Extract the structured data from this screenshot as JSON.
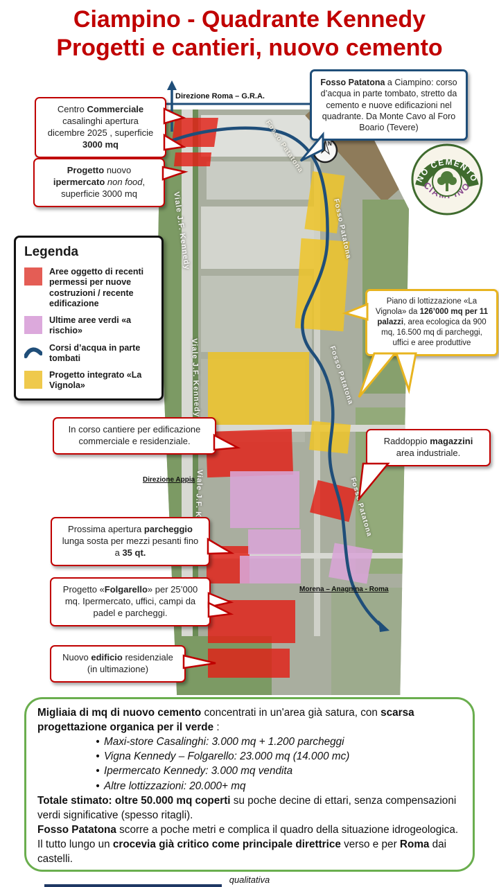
{
  "title": {
    "line1": "Ciampino - Quadrante Kennedy",
    "line2": "Progetti e cantieri, nuovo cemento"
  },
  "map_labels": {
    "direzione_roma": "Direzione Roma – G.R.A.",
    "direzione_appia": "Direzione Appia",
    "morena": "Morena – Anagnina - Roma",
    "viale_kennedy": "Viale J.F. Kennedy",
    "fosso_patatona": "Fosso Patatona",
    "compass_n": "N"
  },
  "logo": {
    "arc_top": "NO CEMENTO",
    "arc_bottom": "CIAMPINO"
  },
  "legend": {
    "title": "Legenda",
    "items": [
      {
        "swatch": "red",
        "label": "Aree oggetto di recenti permessi per nuove costruzioni / recente edificazione"
      },
      {
        "swatch": "pink",
        "label": "Ultime aree verdi «a rischio»"
      },
      {
        "swatch": "river",
        "label": "Corsi d’acqua in parte tombati"
      },
      {
        "swatch": "yellow",
        "label": "Progetto integrato «La Vignola»"
      }
    ]
  },
  "callouts": {
    "fosso": {
      "segments": [
        {
          "t": "Fosso Patatona",
          "b": true
        },
        {
          "t": " a Ciampino: corso d’acqua in parte tombato, stretto da cemento e nuove edificazioni nel quadrante. Da Monte Cavo al Foro Boario (Tevere)"
        }
      ]
    },
    "centro": {
      "segments": [
        {
          "t": "Centro "
        },
        {
          "t": "Commerciale",
          "b": true
        },
        {
          "t": " casalinghi apertura dicembre 2025 , superficie "
        },
        {
          "t": "3000 mq",
          "b": true
        }
      ]
    },
    "ipermercato": {
      "segments": [
        {
          "t": "Progetto",
          "b": true
        },
        {
          "t": " nuovo "
        },
        {
          "t": "ipermercato",
          "b": true
        },
        {
          "t": " "
        },
        {
          "t": "non food",
          "i": true
        },
        {
          "t": ", superficie 3000 mq"
        }
      ]
    },
    "vignola": {
      "segments": [
        {
          "t": "Piano di lottizzazione «La Vignola» da "
        },
        {
          "t": "126’000 mq per 11 palazzi",
          "b": true
        },
        {
          "t": ", area ecologica da 900 mq, 16.500 mq di parcheggi, uffici e aree produttive"
        }
      ]
    },
    "cantiere": {
      "segments": [
        {
          "t": "In corso cantiere per edificazione commerciale e residenziale."
        }
      ]
    },
    "raddoppio": {
      "segments": [
        {
          "t": "Raddoppio "
        },
        {
          "t": "magazzini",
          "b": true
        },
        {
          "t": " area industriale."
        }
      ]
    },
    "parcheggio": {
      "segments": [
        {
          "t": "Prossima apertura "
        },
        {
          "t": "parcheggio",
          "b": true
        },
        {
          "t": " lunga sosta per mezzi pesanti fino a "
        },
        {
          "t": "35 qt.",
          "b": true
        }
      ]
    },
    "folgarello": {
      "segments": [
        {
          "t": "Progetto «"
        },
        {
          "t": "Folgarello",
          "b": true
        },
        {
          "t": "» per 25’000 mq. Ipermercato, uffici, campi da padel e parcheggi."
        }
      ]
    },
    "edificio": {
      "segments": [
        {
          "t": "Nuovo "
        },
        {
          "t": "edificio",
          "b": true
        },
        {
          "t": " residenziale (in ultimazione)"
        }
      ]
    }
  },
  "summary": {
    "line1": [
      {
        "t": "Migliaia di mq di nuovo cemento",
        "b": true
      },
      {
        "t": " concentrati in un'area già satura, con "
      },
      {
        "t": "scarsa progettazione organica per il verde",
        "b": true
      },
      {
        "t": " :"
      }
    ],
    "bullets": [
      [
        {
          "t": "Maxi-store Casalinghi: 3.000 mq + 1.200 parcheggi",
          "i": true
        }
      ],
      [
        {
          "t": "Vigna Kennedy – Folgarello: 23.000 mq (14.000 mc)",
          "i": true
        }
      ],
      [
        {
          "t": "Ipermercato Kennedy: 3.000 mq vendita",
          "i": true
        }
      ],
      [
        {
          "t": "Altre lottizzazioni: 20.000+ mq",
          "i": true
        }
      ]
    ],
    "line2": [
      {
        "t": "Totale stimato: oltre 50.000 mq coperti",
        "b": true
      },
      {
        "t": " su poche decine di ettari, senza compensazioni verdi significative (spesso ritagli)."
      }
    ],
    "line3": [
      {
        "t": "Fosso Patatona",
        "b": true
      },
      {
        "t": " scorre a poche metri e complica il quadro della situazione idrogeologica."
      }
    ],
    "line4": [
      {
        "t": "Il tutto lungo un "
      },
      {
        "t": "crocevia già critico come principale direttrice",
        "b": true
      },
      {
        "t": " verso e per "
      },
      {
        "t": "Roma",
        "b": true
      },
      {
        "t": " dai castelli."
      }
    ]
  },
  "footer": {
    "caption": "qualitativa"
  },
  "colors": {
    "accent_red": "#C00000",
    "river_blue": "#1F4E79",
    "vignola_yellow": "#E8B420",
    "area_pink": "#D6A8D6",
    "summary_green": "#6AAE4E"
  }
}
